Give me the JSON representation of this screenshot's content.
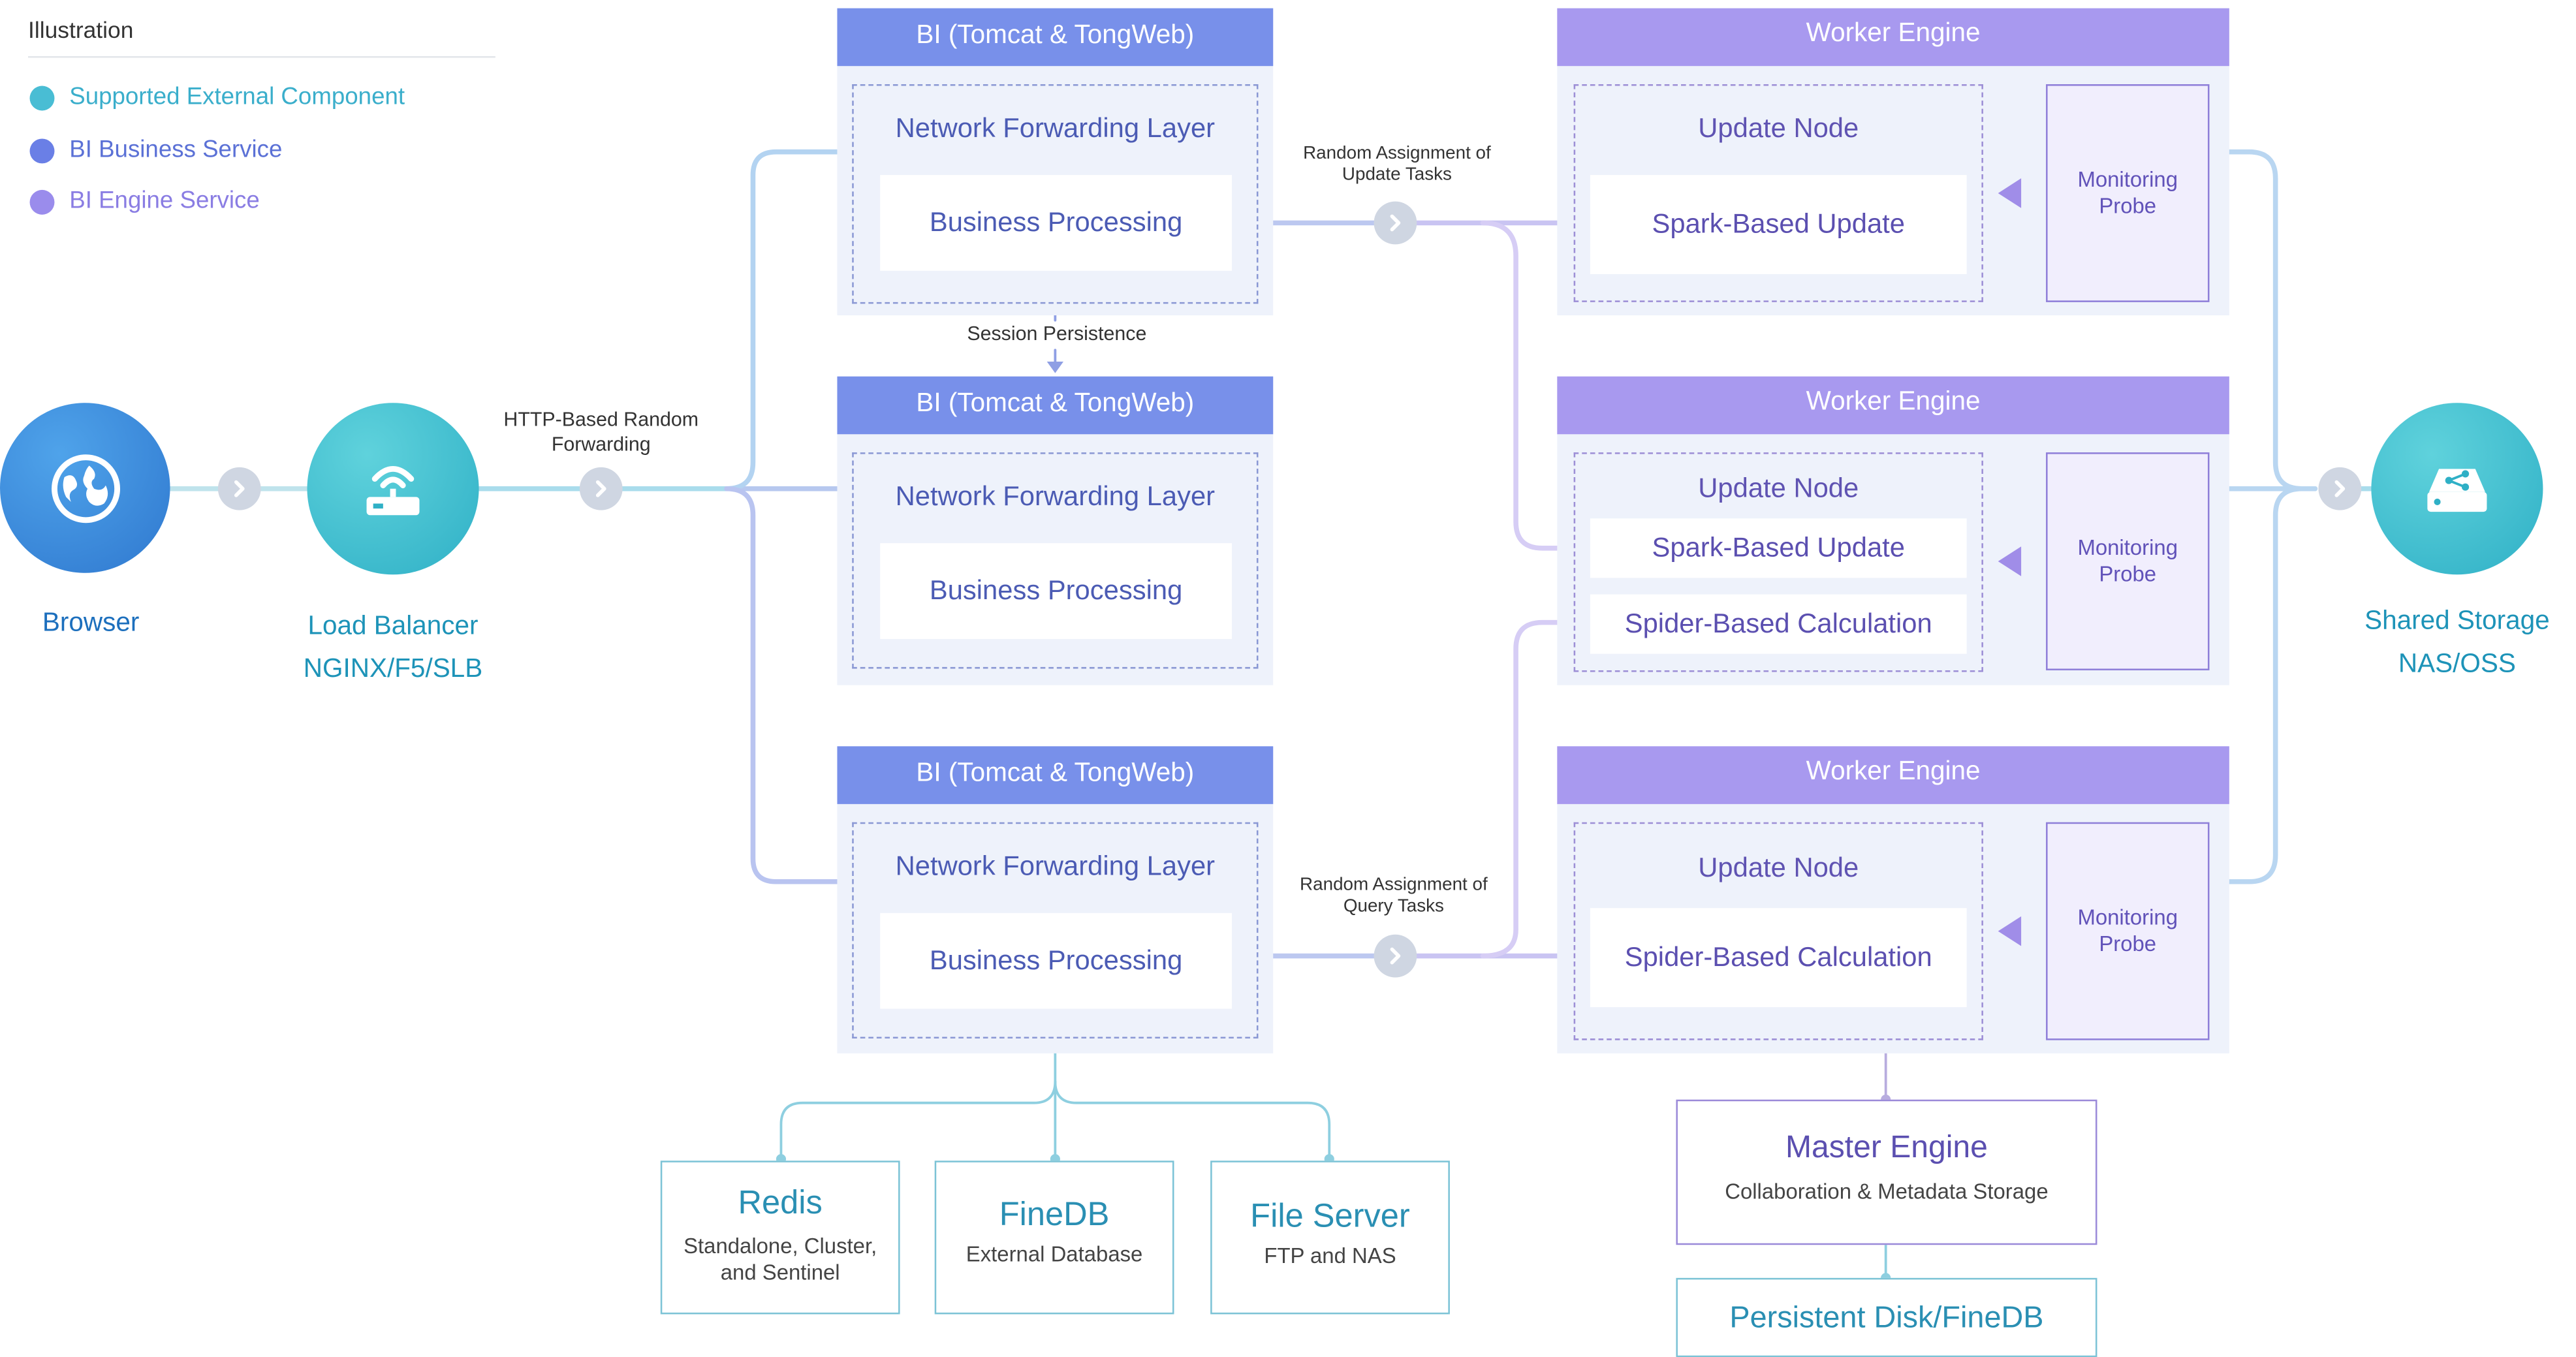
{
  "legend": {
    "title": "Illustration",
    "items": [
      {
        "label": "Supported External Component",
        "color": "#3bb7cf"
      },
      {
        "label": "BI Business Service",
        "color": "#6a7fe6"
      },
      {
        "label": "BI Engine Service",
        "color": "#9a8cec"
      }
    ]
  },
  "colors": {
    "external": "#3bb7cf",
    "bi_service": "#7890ea",
    "engine_service": "#a899ef",
    "connector_blue": "#a9d2ef",
    "connector_purple": "#cbbff3"
  },
  "nodes": {
    "browser": {
      "label": "Browser",
      "icon": "globe-icon"
    },
    "load_balancer": {
      "label": "Load Balancer",
      "sub": "NGINX/F5/SLB",
      "icon": "router-icon"
    },
    "shared_storage": {
      "label": "Shared Storage",
      "sub": "NAS/OSS",
      "icon": "storage-share-icon"
    }
  },
  "annotations": {
    "http_forwarding": [
      "HTTP-Based Random",
      "Forwarding"
    ],
    "session_persistence": "Session Persistence",
    "update_tasks": [
      "Random Assignment of",
      "Update Tasks"
    ],
    "query_tasks": [
      "Random Assignment of",
      "Query Tasks"
    ]
  },
  "bi_nodes": [
    {
      "title": "BI (Tomcat & TongWeb)",
      "layer": "Network Forwarding Layer",
      "processing": "Business Processing"
    },
    {
      "title": "BI (Tomcat & TongWeb)",
      "layer": "Network Forwarding Layer",
      "processing": "Business Processing"
    },
    {
      "title": "BI (Tomcat & TongWeb)",
      "layer": "Network Forwarding Layer",
      "processing": "Business Processing"
    }
  ],
  "worker_engines": [
    {
      "title": "Worker Engine",
      "node": "Update Node",
      "tasks": [
        "Spark-Based Update"
      ],
      "probe": [
        "Monitoring",
        "Probe"
      ]
    },
    {
      "title": "Worker Engine",
      "node": "Update Node",
      "tasks": [
        "Spark-Based Update",
        "Spider-Based Calculation"
      ],
      "probe": [
        "Monitoring",
        "Probe"
      ]
    },
    {
      "title": "Worker Engine",
      "node": "Update Node",
      "tasks": [
        "Spider-Based Calculation"
      ],
      "probe": [
        "Monitoring",
        "Probe"
      ]
    }
  ],
  "external_components": [
    {
      "title": "Redis",
      "sub": [
        "Standalone, Cluster,",
        "and Sentinel"
      ]
    },
    {
      "title": "FineDB",
      "sub": [
        "External Database"
      ]
    },
    {
      "title": "File Server",
      "sub": [
        "FTP and NAS"
      ]
    }
  ],
  "master_engine": {
    "title": "Master Engine",
    "sub": "Collaboration & Metadata Storage"
  },
  "persistent_disk": {
    "title": "Persistent Disk/FineDB"
  }
}
